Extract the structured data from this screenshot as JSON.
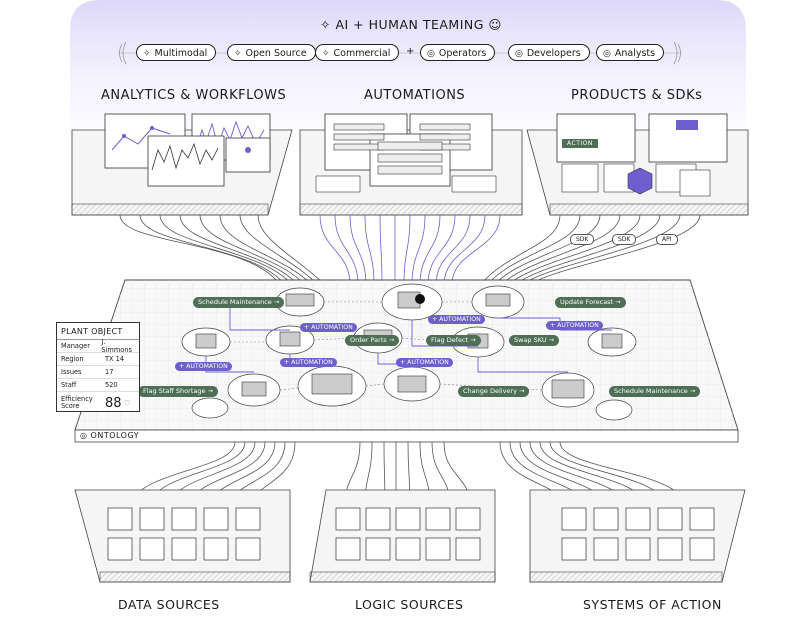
{
  "header": {
    "title": "AI + HUMAN TEAMING",
    "capabilities": [
      "Multimodal",
      "Open Source",
      "Commercial"
    ],
    "plus": "+",
    "roles": [
      "Operators",
      "Developers",
      "Analysts"
    ]
  },
  "sections": {
    "analytics": "ANALYTICS & WORKFLOWS",
    "automations": "AUTOMATIONS",
    "products": "PRODUCTS & SDKs"
  },
  "products_panel": {
    "action_label": "ACTION",
    "connector_tags": [
      "SDK",
      "SDK",
      "API"
    ]
  },
  "ontology": {
    "label": "ONTOLOGY",
    "actions": [
      "Schedule Maintenance →",
      "Update Forecast →",
      "Order Parts →",
      "Flag Defect →",
      "Swap SKU →",
      "Flag Staff Shortage →",
      "Change Delivery →",
      "Schedule Maintenance →"
    ],
    "automation_label": "+ AUTOMATION"
  },
  "plant_object": {
    "title": "PLANT OBJECT",
    "rows": [
      {
        "key": "Manager",
        "value": "J. Simmons"
      },
      {
        "key": "Region",
        "value": "TX 14"
      },
      {
        "key": "Issues",
        "value": "17"
      },
      {
        "key": "Staff",
        "value": "520"
      }
    ],
    "score_label": "Efficiency Score",
    "score_value": "88"
  },
  "bottom": {
    "data_sources": "DATA SOURCES",
    "logic_sources": "LOGIC SOURCES",
    "systems_of_action": "SYSTEMS OF ACTION"
  },
  "colors": {
    "banner": "#e6e2fb",
    "automation": "#6d5fd0",
    "action": "#4e6f55",
    "line": "#444444"
  }
}
